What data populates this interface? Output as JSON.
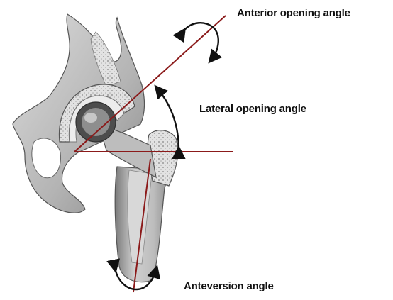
{
  "labels": {
    "anterior_opening_angle": "Anterior opening angle",
    "lateral_opening_angle": "Lateral opening angle",
    "anteversion_angle": "Anteversion angle"
  },
  "colors": {
    "axis_line": "#8b1a1a",
    "arrow": "#111111",
    "bone_fill": "#c8c8c8",
    "bone_dark": "#6e6e6e",
    "cartilage": "#e6e6e6"
  }
}
